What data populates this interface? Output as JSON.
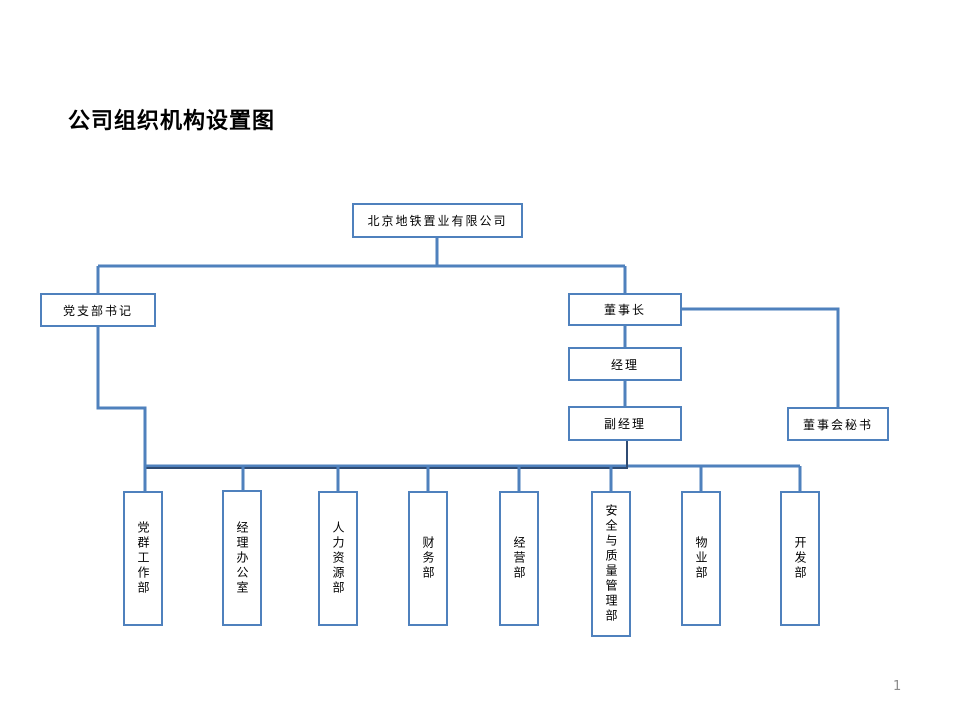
{
  "title": "公司组织机构设置图",
  "page_number": "1",
  "colors": {
    "line": "#4f81bd",
    "line_dark": "#2f4b73"
  },
  "nodes": {
    "company": "北京地铁置业有限公司",
    "party_secretary": "党支部书记",
    "chairman": "董事长",
    "manager": "经理",
    "deputy_manager": "副经理",
    "board_secretary": "董事会秘书"
  },
  "departments": [
    "党群工作部",
    "经理办公室",
    "人力资源部",
    "财务部",
    "经营部",
    "安全与质量管理部",
    "物业部",
    "开发部"
  ]
}
